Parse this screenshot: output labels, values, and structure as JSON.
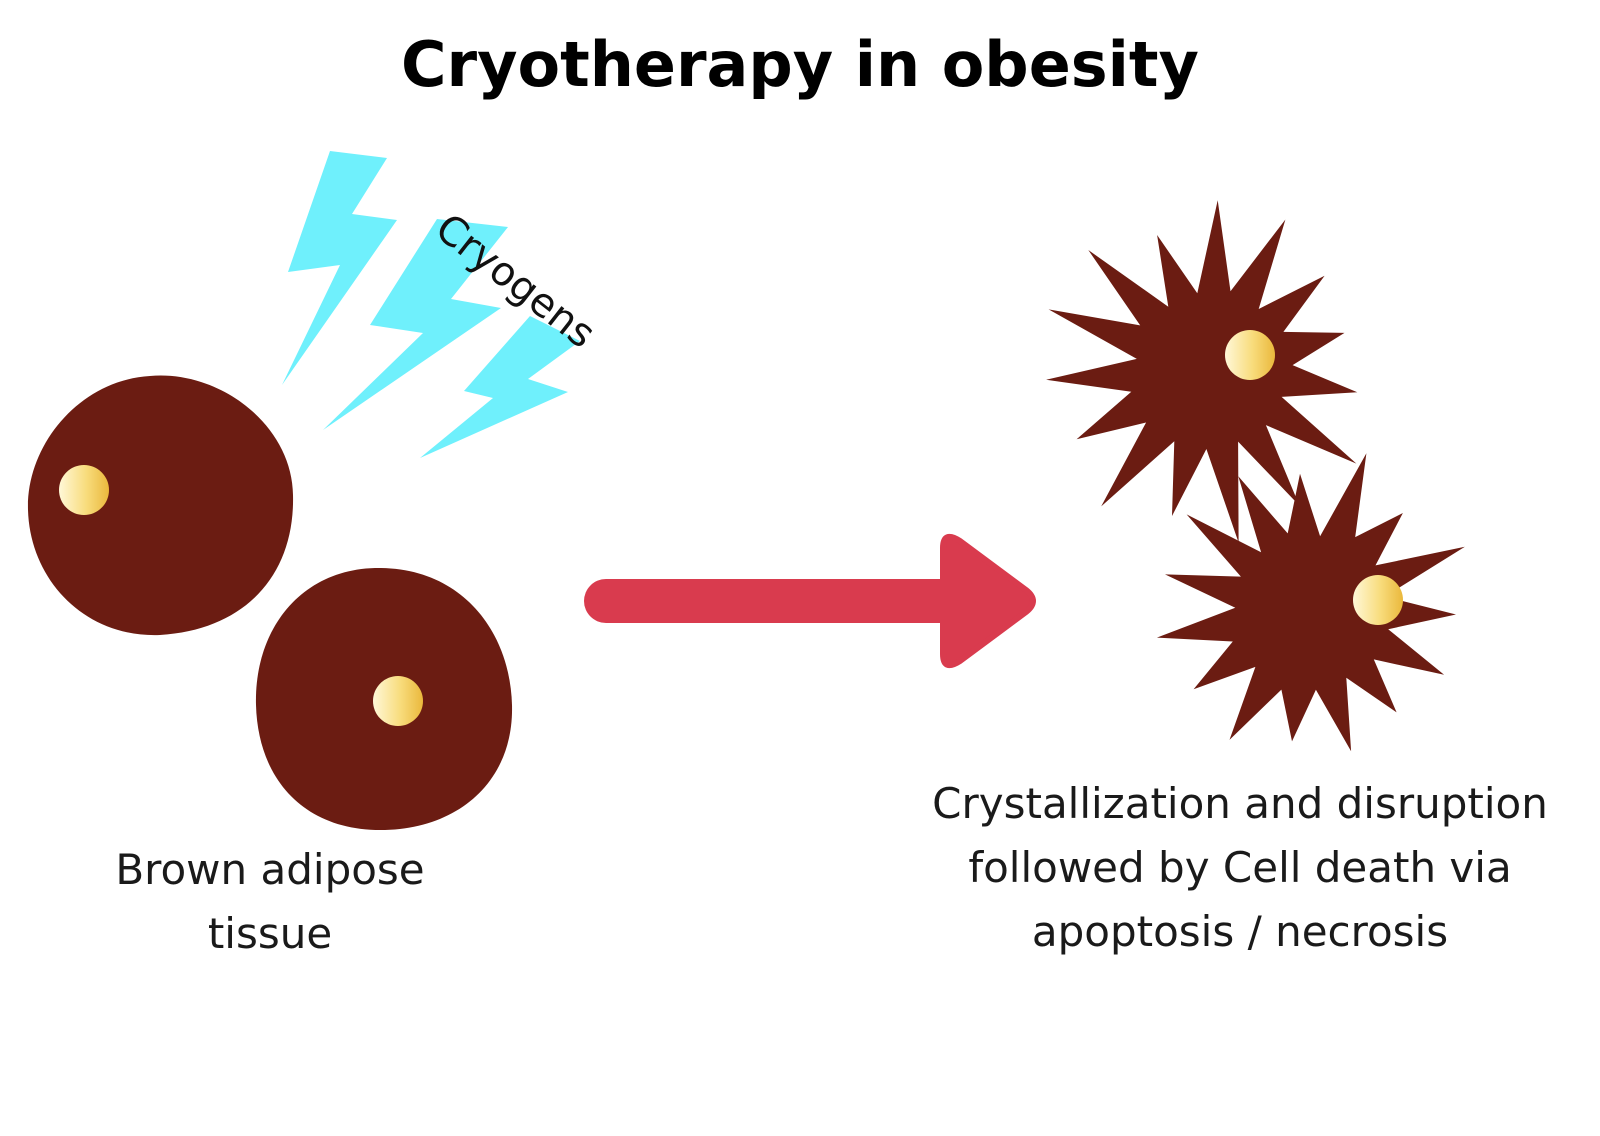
{
  "title": "Cryotherapy in obesity",
  "cryogens_label": "Cryogens",
  "left_label": {
    "line1": "Brown adipose",
    "line2": "tissue"
  },
  "right_label": {
    "line1": "Crystallization and disruption",
    "line2": "followed by Cell death via",
    "line3": "apoptosis / necrosis"
  },
  "colors": {
    "cell": "#6b1c12",
    "nucleus_light": "#fff6cc",
    "nucleus_dark": "#f2c14e",
    "bolt": "#6ff0fc",
    "arrow": "#d93b4e",
    "text": "#1a1a1a"
  },
  "icons": [
    "lightning-bolt-icon",
    "arrow-right-icon"
  ]
}
